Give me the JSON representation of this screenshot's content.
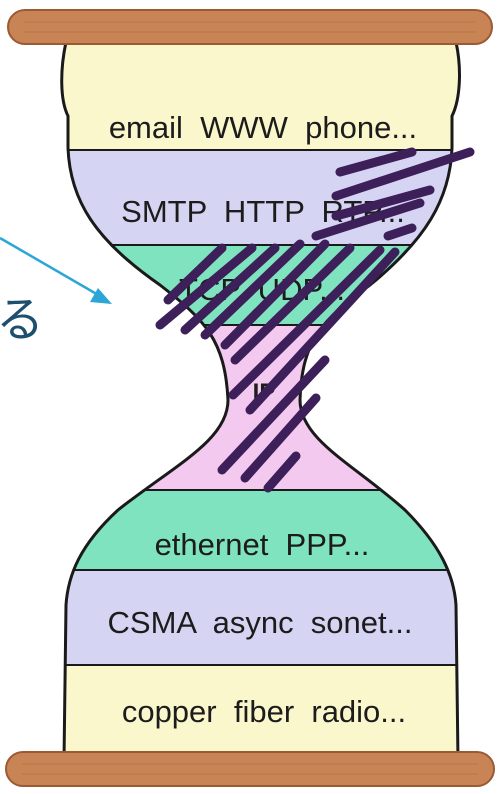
{
  "colors": {
    "bar_wood": "#c98455",
    "bar_wood_edge": "#9a5a33",
    "app": "#fbf7cc",
    "transport_app": "#d5d4f2",
    "transport": "#7fe3c0",
    "network": "#f3c9ef",
    "link": "#7fe3c0",
    "mac": "#d5d4f2",
    "physical": "#fbf7cc",
    "outline": "#1a1a1a",
    "hatch": "#3d1f5a",
    "arrow": "#2aa7d6",
    "callout": "#1f4f6e"
  },
  "callout": {
    "text": "る"
  },
  "layers": {
    "applications": {
      "label": "email  WWW  phone..."
    },
    "app_protocols": {
      "label": "SMTP  HTTP  RTP..."
    },
    "transport": {
      "label": "TCP  UDP..."
    },
    "network": {
      "label": "IP"
    },
    "link": {
      "label": "ethernet  PPP..."
    },
    "mac": {
      "label": "CSMA  async  sonet..."
    },
    "physical": {
      "label": "copper  fiber  radio..."
    }
  }
}
